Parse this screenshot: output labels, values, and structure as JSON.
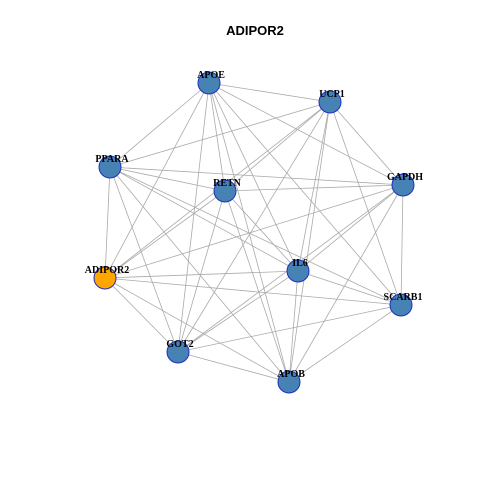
{
  "title": "ADIPOR2",
  "colors": {
    "background": "#ffffff",
    "edge": "#aaaaaa",
    "node_default": "#4682b4",
    "node_highlight": "#ffa500",
    "node_border": "#1f2fbf"
  },
  "nodes": [
    {
      "id": "APOE",
      "label": "APOE",
      "highlight": false
    },
    {
      "id": "UCP1",
      "label": "UCP1",
      "highlight": false
    },
    {
      "id": "PPARA",
      "label": "PPARA",
      "highlight": false
    },
    {
      "id": "RETN",
      "label": "RETN",
      "highlight": false
    },
    {
      "id": "GAPDH",
      "label": "GAPDH",
      "highlight": false
    },
    {
      "id": "ADIPOR2",
      "label": "ADIPOR2",
      "highlight": true
    },
    {
      "id": "IL6",
      "label": "IL6",
      "highlight": false
    },
    {
      "id": "SCARB1",
      "label": "SCARB1",
      "highlight": false
    },
    {
      "id": "GOT2",
      "label": "GOT2",
      "highlight": false
    },
    {
      "id": "APOB",
      "label": "APOB",
      "highlight": false
    }
  ],
  "edges": [
    [
      "APOE",
      "UCP1"
    ],
    [
      "APOE",
      "PPARA"
    ],
    [
      "APOE",
      "GAPDH"
    ],
    [
      "APOE",
      "ADIPOR2"
    ],
    [
      "APOE",
      "IL6"
    ],
    [
      "APOE",
      "SCARB1"
    ],
    [
      "APOE",
      "GOT2"
    ],
    [
      "APOE",
      "APOB"
    ],
    [
      "APOE",
      "RETN"
    ],
    [
      "UCP1",
      "PPARA"
    ],
    [
      "UCP1",
      "RETN"
    ],
    [
      "UCP1",
      "ADIPOR2"
    ],
    [
      "UCP1",
      "IL6"
    ],
    [
      "UCP1",
      "SCARB1"
    ],
    [
      "UCP1",
      "GOT2"
    ],
    [
      "UCP1",
      "APOB"
    ],
    [
      "UCP1",
      "GAPDH"
    ],
    [
      "PPARA",
      "RETN"
    ],
    [
      "PPARA",
      "GAPDH"
    ],
    [
      "PPARA",
      "ADIPOR2"
    ],
    [
      "PPARA",
      "IL6"
    ],
    [
      "PPARA",
      "SCARB1"
    ],
    [
      "PPARA",
      "GOT2"
    ],
    [
      "PPARA",
      "APOB"
    ],
    [
      "RETN",
      "GAPDH"
    ],
    [
      "RETN",
      "IL6"
    ],
    [
      "RETN",
      "APOB"
    ],
    [
      "RETN",
      "GOT2"
    ],
    [
      "RETN",
      "ADIPOR2"
    ],
    [
      "GAPDH",
      "IL6"
    ],
    [
      "GAPDH",
      "SCARB1"
    ],
    [
      "GAPDH",
      "GOT2"
    ],
    [
      "GAPDH",
      "APOB"
    ],
    [
      "GAPDH",
      "ADIPOR2"
    ],
    [
      "ADIPOR2",
      "IL6"
    ],
    [
      "ADIPOR2",
      "SCARB1"
    ],
    [
      "ADIPOR2",
      "GOT2"
    ],
    [
      "ADIPOR2",
      "APOB"
    ],
    [
      "IL6",
      "SCARB1"
    ],
    [
      "IL6",
      "GOT2"
    ],
    [
      "IL6",
      "APOB"
    ],
    [
      "SCARB1",
      "GOT2"
    ],
    [
      "SCARB1",
      "APOB"
    ],
    [
      "GOT2",
      "APOB"
    ]
  ]
}
